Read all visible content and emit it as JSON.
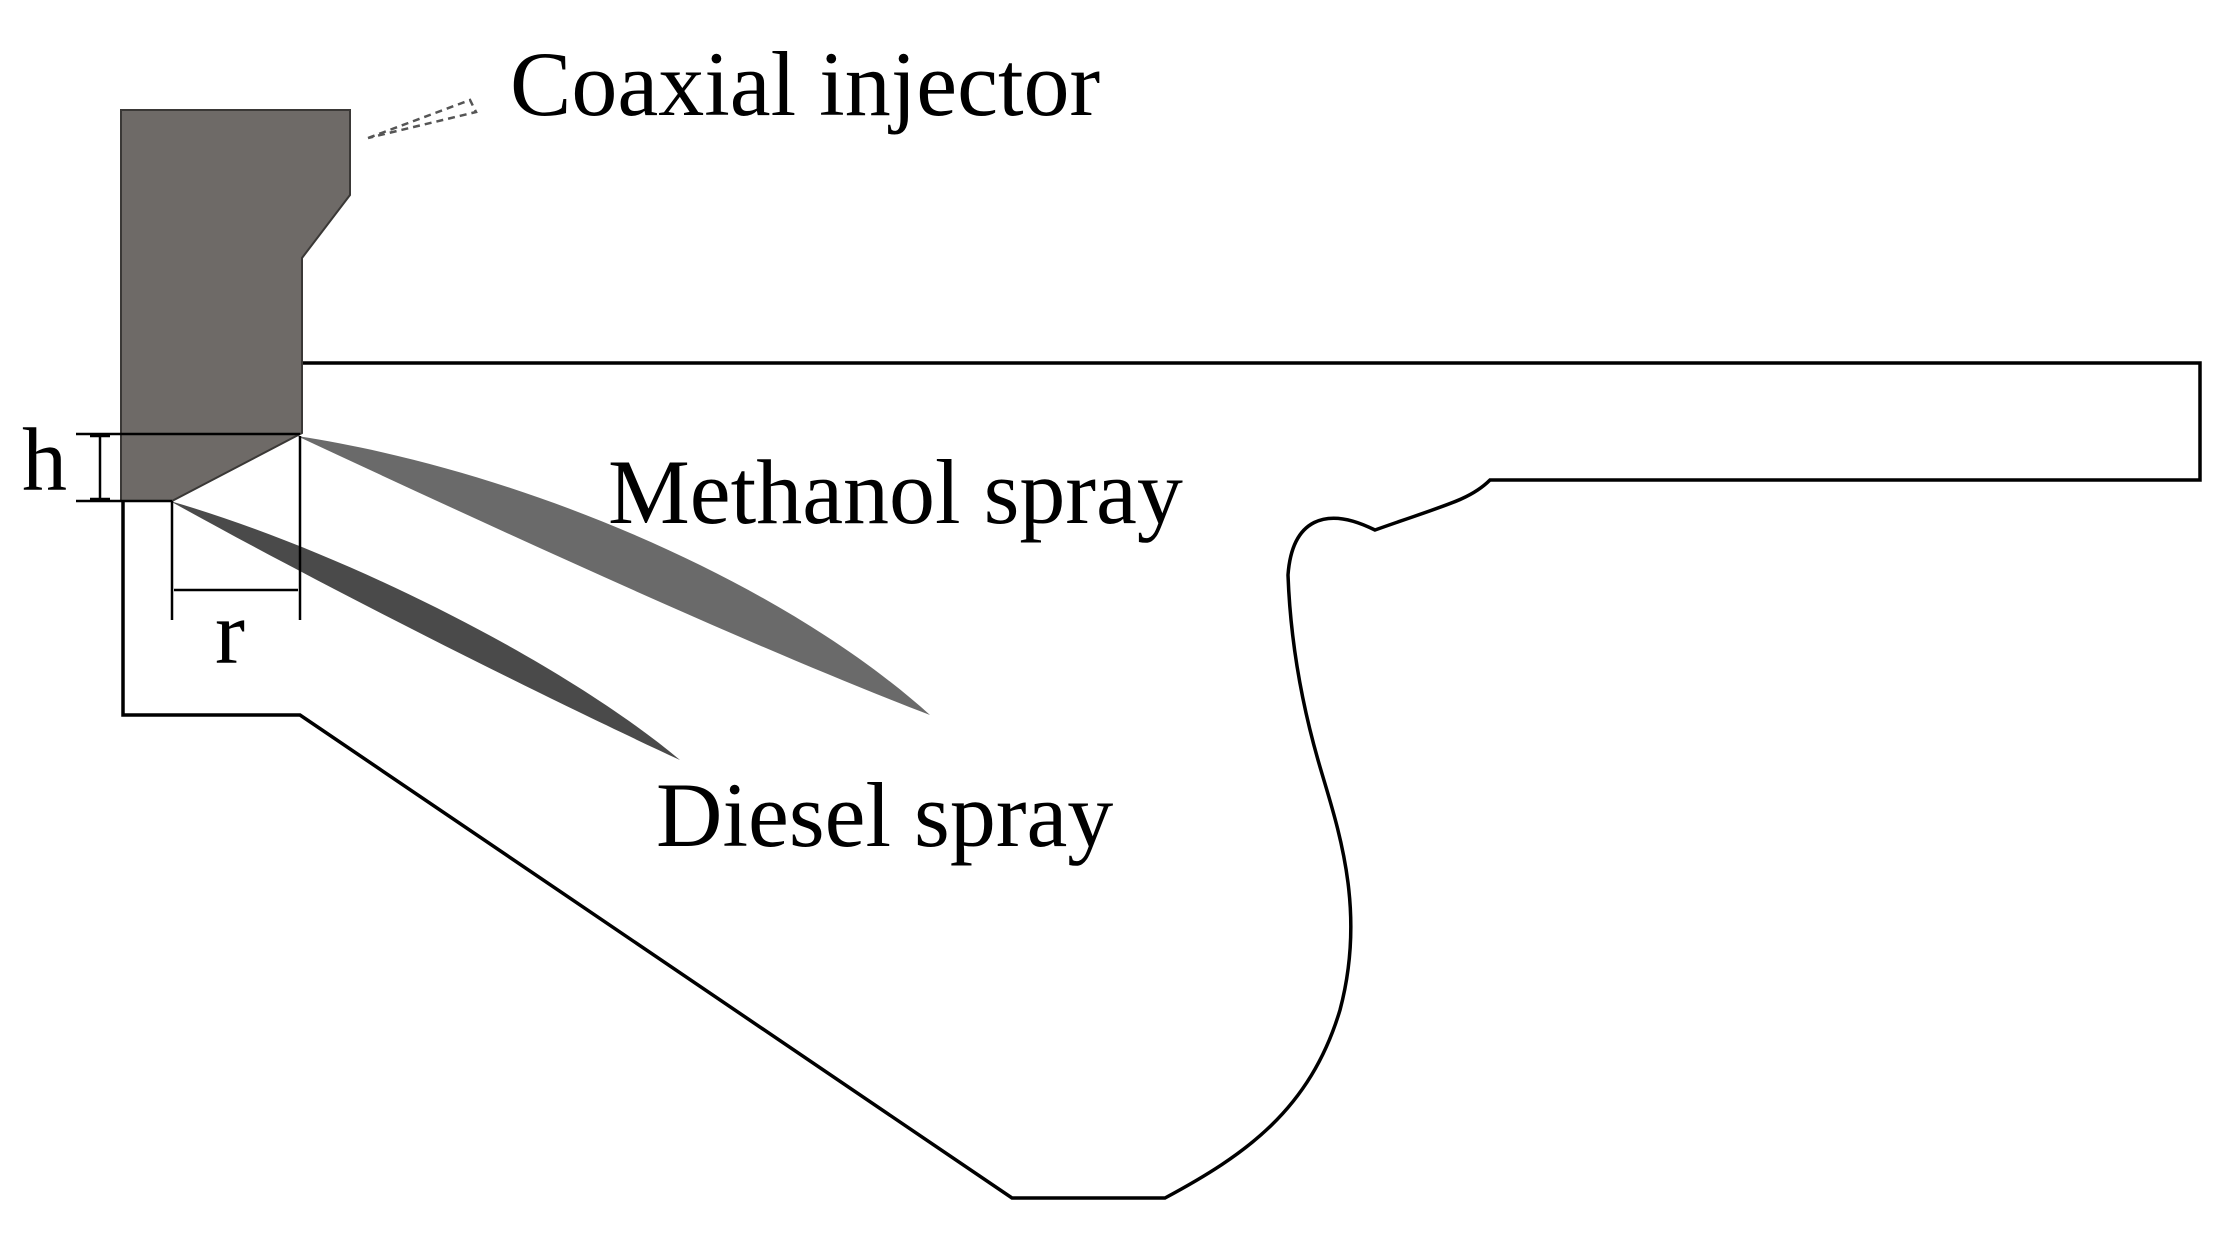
{
  "labels": {
    "injector": "Coaxial injector",
    "methanol": "Methanol spray",
    "diesel": "Diesel spray",
    "h": "h",
    "r": "r"
  },
  "colors": {
    "injector_body": "#6e6a67",
    "methanol_spray": "#6a6a6a",
    "diesel_spray": "#4a4a4a",
    "outline": "#000000"
  }
}
